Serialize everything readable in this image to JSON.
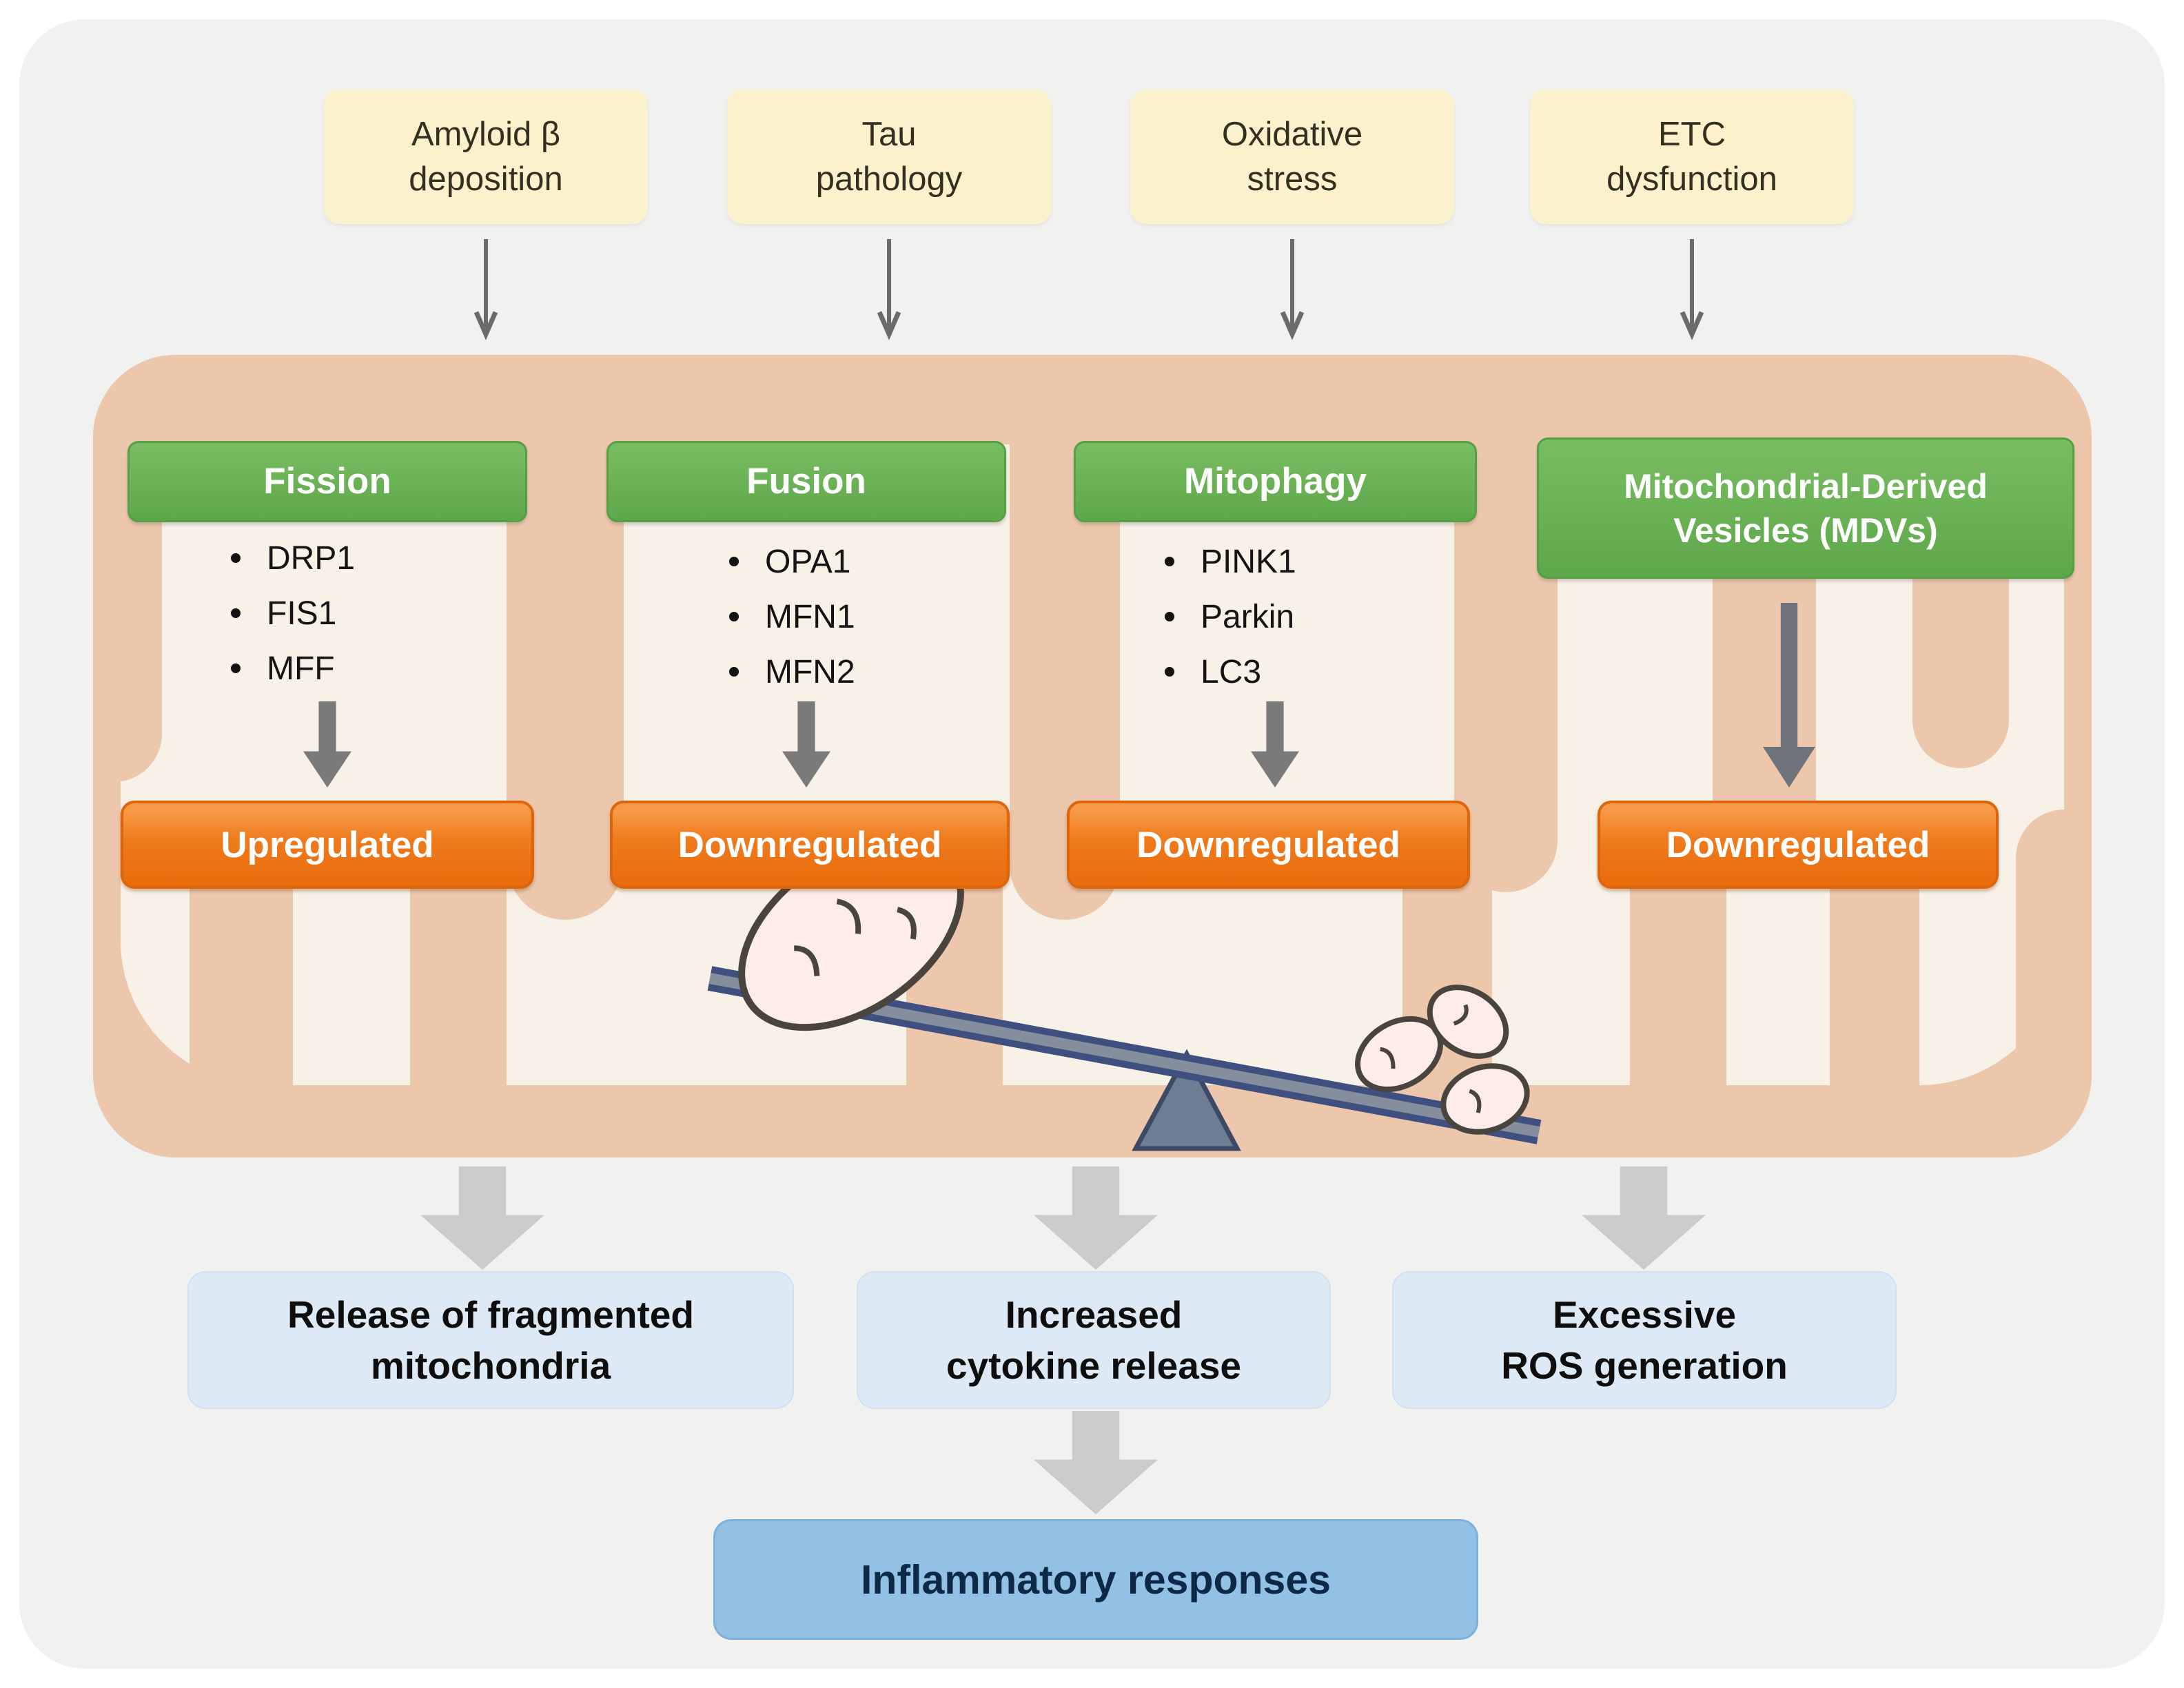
{
  "stressors": [
    {
      "label": "Amyloid β\ndeposition"
    },
    {
      "label": "Tau\npathology"
    },
    {
      "label": "Oxidative\nstress"
    },
    {
      "label": "ETC\ndysfunction"
    }
  ],
  "pathways": [
    {
      "label": "Fission",
      "genes": [
        "DRP1",
        "FIS1",
        "MFF"
      ],
      "status": "Upregulated"
    },
    {
      "label": "Fusion",
      "genes": [
        "OPA1",
        "MFN1",
        "MFN2"
      ],
      "status": "Downregulated"
    },
    {
      "label": "Mitophagy",
      "genes": [
        "PINK1",
        "Parkin",
        "LC3"
      ],
      "status": "Downregulated"
    },
    {
      "label": "Mitochondrial-Derived\nVesicles (MDVs)",
      "genes": [],
      "status": "Downregulated"
    }
  ],
  "outcomes": [
    {
      "label": "Release of fragmented\nmitochondria"
    },
    {
      "label": "Increased\ncytokine release"
    },
    {
      "label": "Excessive\nROS generation"
    }
  ],
  "final_outcome": {
    "label": "Inflammatory responses"
  },
  "colors": {
    "stressor_box_yellow": "#fbf2cd",
    "pathway_box_green": "#68b052",
    "status_box_orange": "#ee7a1c",
    "membrane_salmon": "#ecc7ac",
    "matrix_cream": "#f8f1e8",
    "outcome_box_light_blue": "#ddeaf6",
    "final_box_blue": "#93c1e6",
    "small_arrow_gray": "#7a7a7a",
    "big_arrow_gray": "#cbcbcb",
    "seesaw_beam_navy": "#3f4f80"
  }
}
